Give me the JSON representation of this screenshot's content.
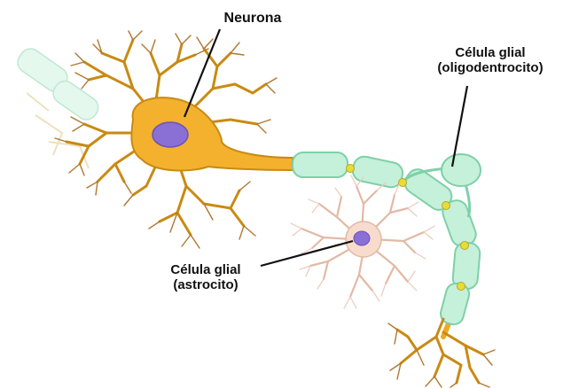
{
  "labels": {
    "neurona": "Neurona",
    "oligodendrocito": {
      "line1": "Célula glial",
      "line2": "(oligodentrocito)"
    },
    "astrocito": {
      "line1": "Célula glial",
      "line2": "(astrocito)"
    }
  },
  "colors": {
    "neuron": "#f3b12e",
    "neuron_outline": "#c98a12",
    "nucleus": "#8a6fd4",
    "myelin": "#c5f0da",
    "myelin_outline": "#7fd0a8",
    "node": "#e7dc3a",
    "astrocyte_body": "#f7dccd",
    "astrocyte_branches": "#e2b9a5",
    "leader_line": "#111111"
  }
}
